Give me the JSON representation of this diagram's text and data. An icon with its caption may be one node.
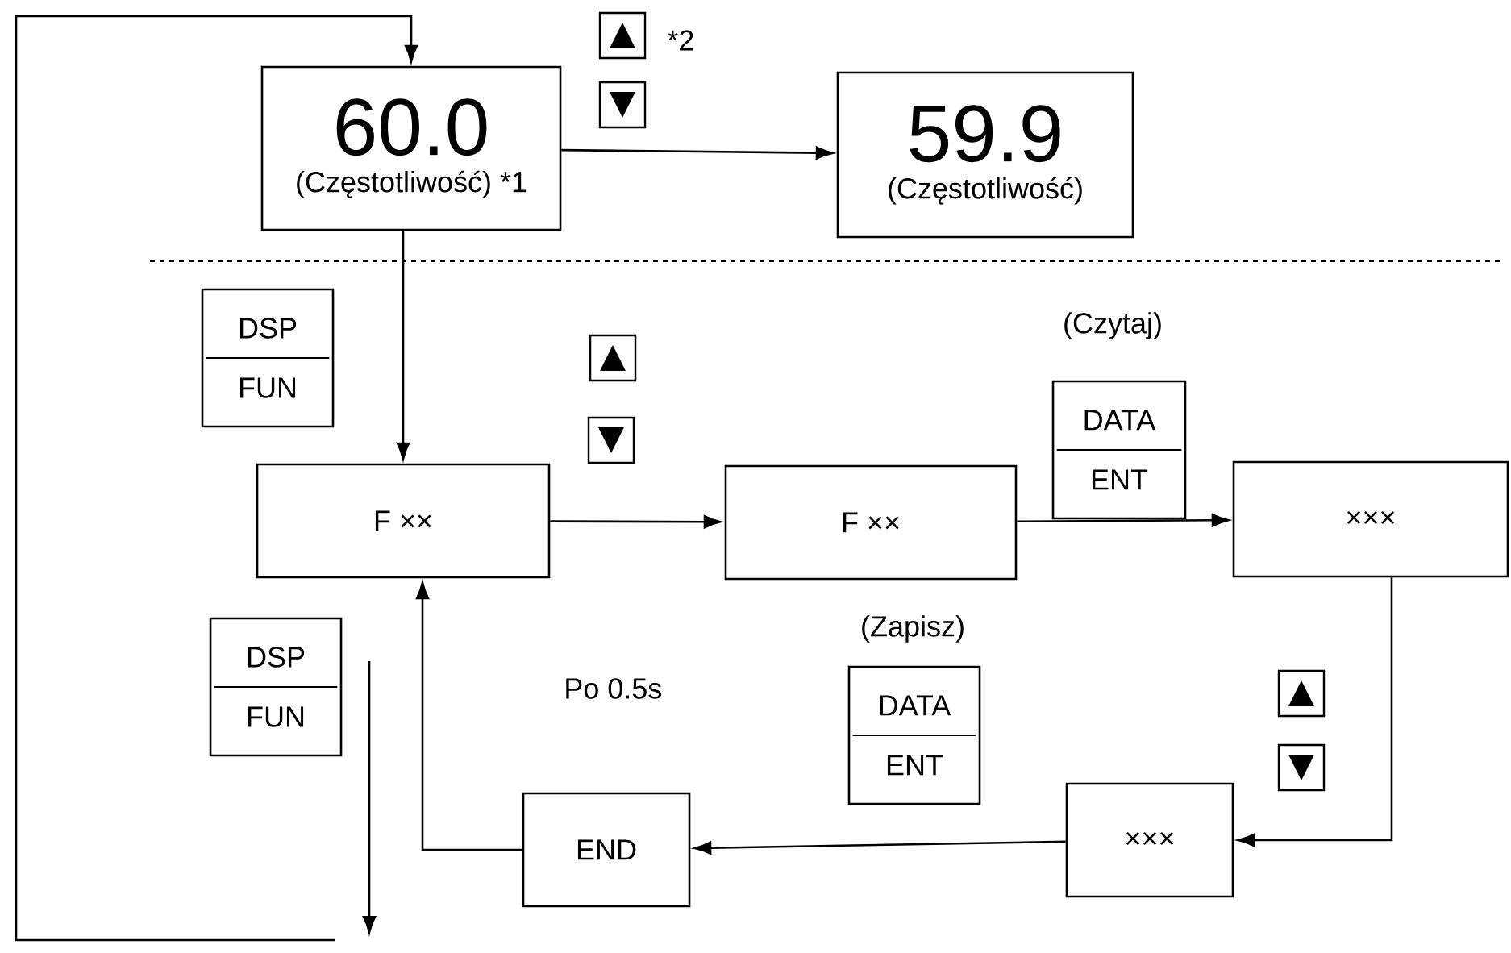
{
  "diagram": {
    "nodes": [
      {
        "text": [
          "60.0",
          "(Częstotliwość) *1"
        ]
      },
      {
        "text": [
          "59.9",
          "(Częstotliwość)"
        ]
      },
      {
        "text": [
          "F ××"
        ]
      },
      {
        "text": [
          "F ××"
        ]
      },
      {
        "text": [
          "×××"
        ]
      },
      {
        "text": [
          "×××"
        ]
      },
      {
        "text": [
          "END"
        ]
      },
      {
        "text": [
          "DSP",
          "FUN"
        ]
      },
      {
        "text": [
          "DSP",
          "FUN"
        ]
      },
      {
        "text": [
          "DATA",
          "ENT"
        ]
      },
      {
        "text": [
          "DATA",
          "ENT"
        ]
      }
    ],
    "edges": [
      {
        "from": 0,
        "to": 1,
        "arrow": "to"
      },
      {
        "from": 0,
        "to": 2,
        "arrow": "to"
      },
      {
        "from": 2,
        "to": 3,
        "arrow": "to"
      },
      {
        "from": 3,
        "to": 4,
        "arrow": "to"
      },
      {
        "from": 4,
        "to": 5,
        "arrow": "to"
      },
      {
        "from": 5,
        "to": 6,
        "arrow": "to"
      },
      {
        "from": 6,
        "to": 2,
        "arrow": "to"
      },
      {
        "from": null,
        "to": 0,
        "arrow": "to"
      }
    ],
    "labels": [
      "*2",
      "(Czytaj)",
      "(Zapisz)",
      "Po 0.5s"
    ]
  }
}
